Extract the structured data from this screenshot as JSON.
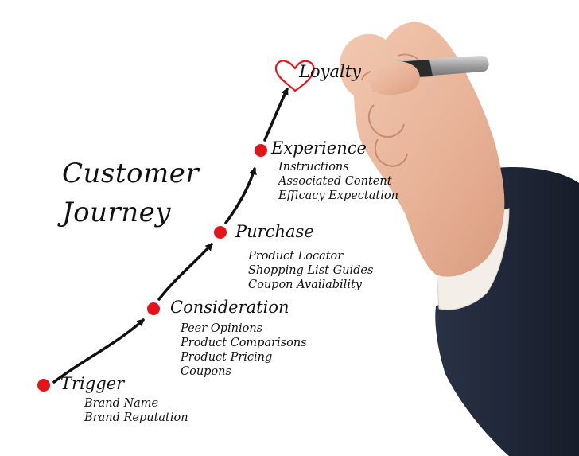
{
  "diagram": {
    "title_line1": "Customer",
    "title_line2": "Journey",
    "stages": [
      {
        "label": "Trigger",
        "details": [
          "Brand Name",
          "Brand Reputation"
        ]
      },
      {
        "label": "Consideration",
        "details": [
          "Peer Opinions",
          "Product Comparisons",
          "Product Pricing",
          "Coupons"
        ]
      },
      {
        "label": "Purchase",
        "details": [
          "Product Locator",
          "Shopping List Guides",
          "Coupon Availability"
        ]
      },
      {
        "label": "Experience",
        "details": [
          "Instructions",
          "Associated Content",
          "Efficacy Expectation"
        ]
      },
      {
        "label": "Loyalty",
        "details": []
      }
    ]
  },
  "colors": {
    "dot": "#e4141b",
    "heart": "#e4141b",
    "ink": "#111111",
    "sleeve": "#1f2738",
    "skin": "#e9b79e"
  }
}
